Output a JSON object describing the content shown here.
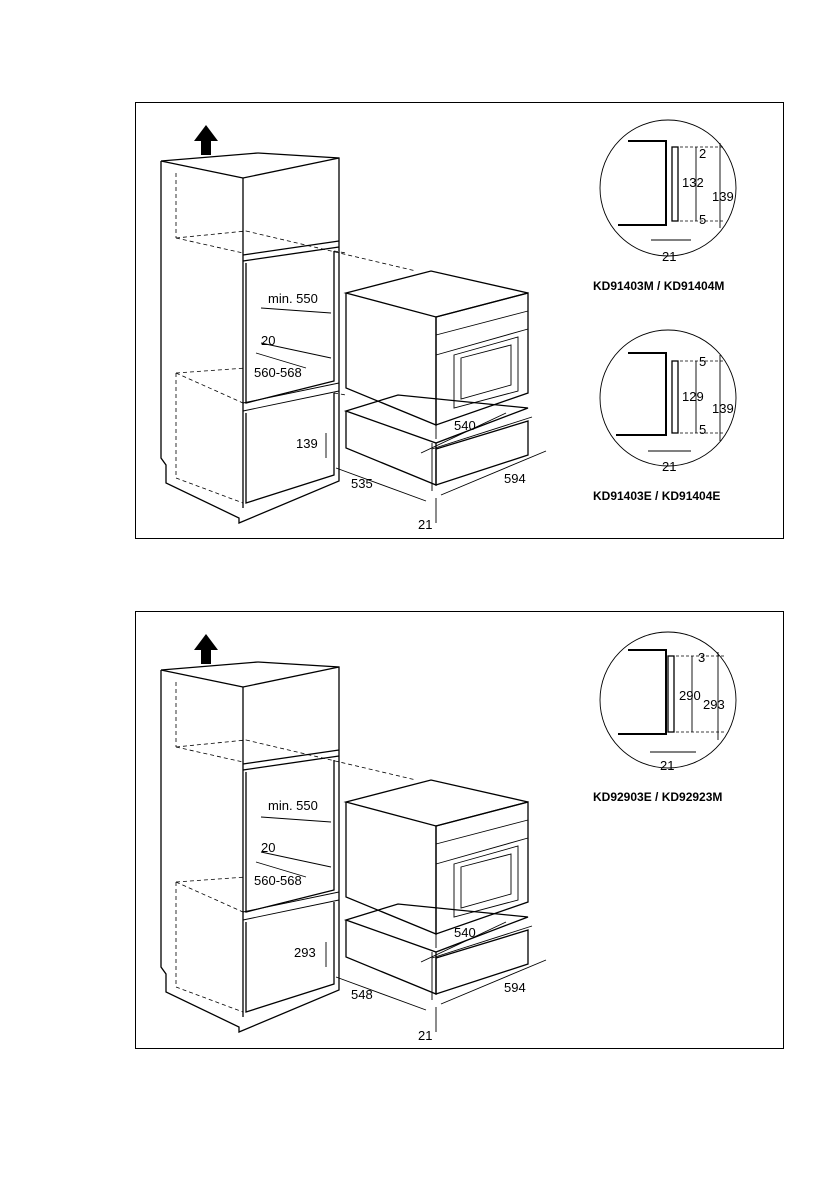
{
  "panels": [
    {
      "dims": {
        "min_depth": "min. 550",
        "gap": "20",
        "niche_width": "560-568",
        "niche_height": "139",
        "drawer_depth": "535",
        "front_offset": "21",
        "drawer_width": "540",
        "front_width": "594"
      },
      "details": [
        {
          "top": "2",
          "mid": "132",
          "total": "139",
          "bottom": "5",
          "width": "21",
          "caption": "KD91403M / KD91404M"
        },
        {
          "top": "5",
          "mid": "129",
          "total": "139",
          "bottom": "5",
          "width": "21",
          "caption": "KD91403E / KD91404E"
        }
      ]
    },
    {
      "dims": {
        "min_depth": "min. 550",
        "gap": "20",
        "niche_width": "560-568",
        "niche_height": "293",
        "drawer_depth": "548",
        "front_offset": "21",
        "drawer_width": "540",
        "front_width": "594"
      },
      "details": [
        {
          "top": "3",
          "mid": "290",
          "total": "293",
          "width": "21",
          "caption": "KD92903E / KD92923M"
        }
      ]
    }
  ]
}
